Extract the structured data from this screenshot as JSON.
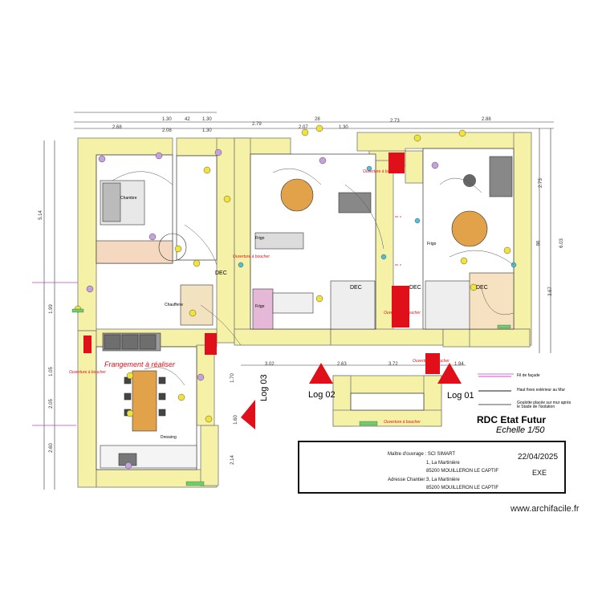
{
  "drawing": {
    "title": "RDC Etat Futur",
    "scale": "Echelle 1/50",
    "watermark": "www.archifacile.fr"
  },
  "title_block": {
    "owner_label": "Maître d'ouvrage : SCI SIMART",
    "owner_address_1": "1, La Martinière",
    "owner_address_2": "85200 MOUILLERON LE CAPTIF",
    "site_label": "Adresse Chantier :",
    "site_address_1": "3, La Martinière",
    "site_address_2": "85200 MOUILLERON LE CAPTIF",
    "date": "22/04/2025",
    "phase": "EXE"
  },
  "legend": [
    {
      "text": "Fil de façade",
      "color": "#d44bd0"
    },
    {
      "text": "Haut fixes extérieur au Mur",
      "color": "#1a1a1a"
    },
    {
      "text": "Goulotte placée sur mur après le Stade de l'isolation",
      "color": "#555555"
    }
  ],
  "annotations": {
    "fracture": "Frangement à réaliser",
    "ouverture_top_left": "Ouverture à boucher",
    "ouverture_top_right": "Ouverture à boucher",
    "ouverture_center": "Ouverture à boucher",
    "ouverture_left": "Ouverture à boucher",
    "ouverture_right_mid": "Ouverture à boucher",
    "ouverture_bottom": "Ouverture à boucher"
  },
  "logs": [
    "Log 01",
    "Log 02",
    "Log 03"
  ],
  "equipment": [
    "DEC",
    "DEC",
    "DEC",
    "DEC",
    "Frigo",
    "Frigo",
    "Frigo",
    "Dressing",
    "Chambre",
    "Chaufferie"
  ],
  "dimensions": {
    "top_row": [
      "1.30",
      "2.68",
      "42",
      "1.30",
      "2.08",
      "1.30",
      "2.79",
      "28",
      "2.07",
      "1.30",
      "2.73",
      "2.88"
    ],
    "left_column": [
      "5.14",
      "1.99",
      "2.14",
      "1.70",
      "1.05",
      "2.05",
      "2.60"
    ],
    "right_column": [
      "2.73",
      "86",
      "3.67",
      "6.03"
    ],
    "bottom_row": [
      "3.02",
      "2.63",
      "3.72",
      "1.94",
      "1.60"
    ]
  }
}
